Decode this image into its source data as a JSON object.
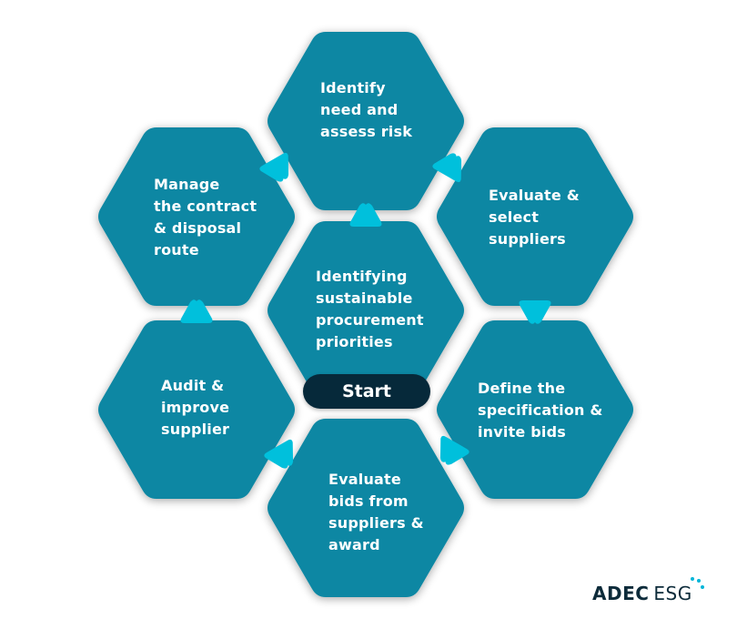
{
  "diagram": {
    "type": "hexagon-cycle",
    "colors": {
      "hexagon_fill": "#0a87a3",
      "arrow_fill": "#00c0dc",
      "start_button_bg": "#06293a",
      "text": "#ffffff",
      "background": "#ffffff",
      "gap_shadow": "#dcdcdc"
    },
    "center": {
      "lines": [
        "Identifying",
        "sustainable",
        "procurement",
        "priorities"
      ],
      "start_label": "Start"
    },
    "steps": [
      {
        "id": "top",
        "lines": [
          "Identify",
          "need and",
          "assess risk"
        ]
      },
      {
        "id": "right-top",
        "lines": [
          "Evaluate &",
          "select",
          "suppliers"
        ]
      },
      {
        "id": "right-bottom",
        "lines": [
          "Define the",
          "specification &",
          "invite bids"
        ]
      },
      {
        "id": "bottom",
        "lines": [
          "Evaluate",
          "bids from",
          "suppliers &",
          "award"
        ]
      },
      {
        "id": "left-bottom",
        "lines": [
          "Audit &",
          "improve",
          "supplier"
        ]
      },
      {
        "id": "left-top",
        "lines": [
          "Manage",
          "the contract",
          "& disposal",
          "route"
        ]
      }
    ],
    "arrows": [
      {
        "from": "center",
        "to": "top",
        "direction": "up"
      },
      {
        "from": "top",
        "to": "right-top",
        "direction": "up-right"
      },
      {
        "from": "right-top",
        "to": "right-bottom",
        "direction": "down"
      },
      {
        "from": "right-bottom",
        "to": "bottom",
        "direction": "down-left"
      },
      {
        "from": "bottom",
        "to": "left-bottom",
        "direction": "down-left"
      },
      {
        "from": "left-bottom",
        "to": "left-top",
        "direction": "up"
      },
      {
        "from": "left-top",
        "to": "top",
        "direction": "down-right"
      }
    ]
  },
  "logo": {
    "brand": "ADEC",
    "suffix": "ESG",
    "dots_color": "#00b5d8"
  }
}
